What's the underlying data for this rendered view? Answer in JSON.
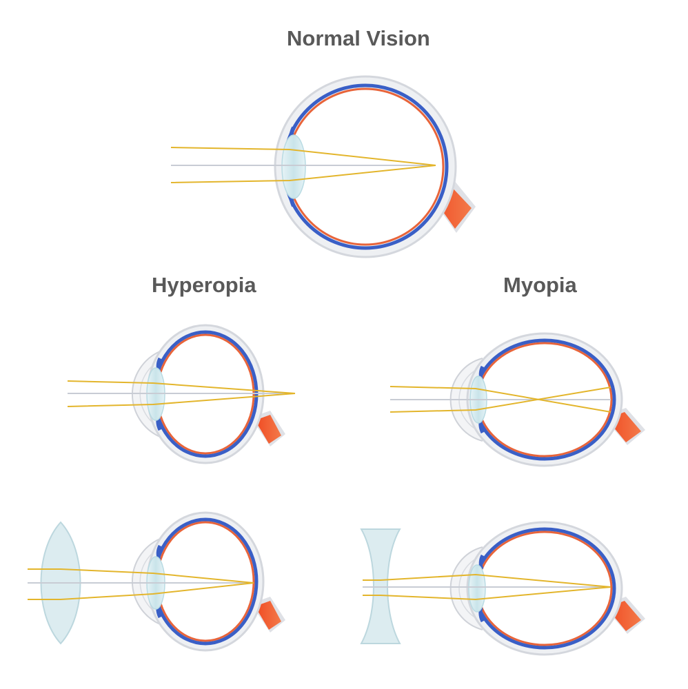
{
  "titles": {
    "normal": "Normal Vision",
    "hyperopia": "Hyperopia",
    "myopia": "Myopia"
  },
  "stock_id": "#280865365",
  "colors": {
    "sclera": "#d6d8de",
    "sclera_fill": "#eef0f3",
    "choroid": "#3a5fc6",
    "retina": "#e8643a",
    "vitreous": "#ffffff",
    "lens": "#cfe8ee",
    "light_ray": "#e3b52b",
    "axis_ray": "#c8ccd4",
    "optic_nerve": "#ec5a2e",
    "corrective_lens": "#d7ecf0"
  }
}
